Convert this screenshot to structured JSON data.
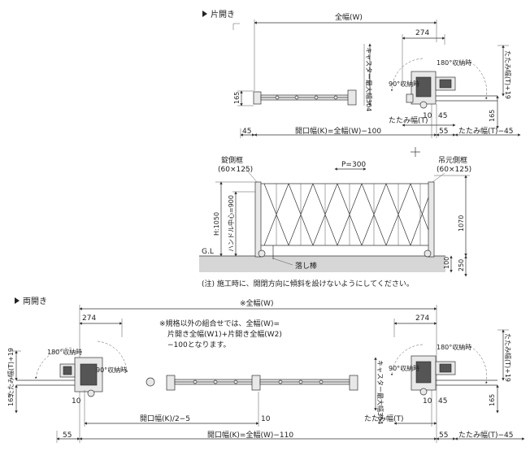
{
  "single": {
    "heading": "片開き",
    "total_width": "全幅(W)",
    "dim_274": "274",
    "dim_165": "165",
    "caster_label": "キャスター最大幅304",
    "fold_180": "180°収納時",
    "fold_90": "90°収納時",
    "fold_width_t19": "たたみ幅(T)+19",
    "dim_10": "10",
    "dim_45": "45",
    "dim_165_right": "165",
    "fold_width": "たたみ幅(T)",
    "dim_45_left": "45",
    "opening_width": "開口幅(K)=全幅(W)−100",
    "dim_55": "55",
    "fold_width_minus": "たたみ幅(T)−45"
  },
  "elevation": {
    "lock_post": "錠側框",
    "lock_post_size": "(60×125)",
    "pitch": "P=300",
    "hang_post": "吊元側框",
    "hang_post_size": "(60×125)",
    "height": "H:1050",
    "handle_center": "ハンドル中心=900",
    "dim_1070": "1070",
    "gl": "G.L",
    "drop_rod": "落し棒",
    "dim_100": "100",
    "dim_250": "250",
    "note": "(注) 施工時に、開閉方向に傾斜を設けないようにしてください。"
  },
  "double": {
    "heading": "両開き",
    "total_width": "※全幅(W)",
    "dim_274_left": "274",
    "dim_274_right": "274",
    "remark_1": "※規格以外の組合せでは、全幅(W)=",
    "remark_2": "片開き全幅(W1)+片開き全幅(W2)",
    "remark_3": "−100となります。",
    "fold_180_left": "180°収納時",
    "fold_90_left": "90°収納時",
    "fold_width_t19_left": "たたみ幅(T)+19",
    "dim_165_left": "165",
    "fold_180_right": "180°収納時",
    "fold_90_right": "90°収納時",
    "fold_width_t19_right": "たたみ幅(T)+19",
    "caster_label": "キャスター最大幅304",
    "dim_165_right": "165",
    "dim_10_left": "10",
    "dim_10_right": "10",
    "dim_45": "45",
    "half_opening": "開口幅(K)/2−5",
    "fold_width": "たたみ幅(T)",
    "dim_55_left": "55",
    "opening_width": "開口幅(K)=全幅(W)−110",
    "dim_55_right": "55",
    "fold_width_minus": "たたみ幅(T)−45"
  }
}
